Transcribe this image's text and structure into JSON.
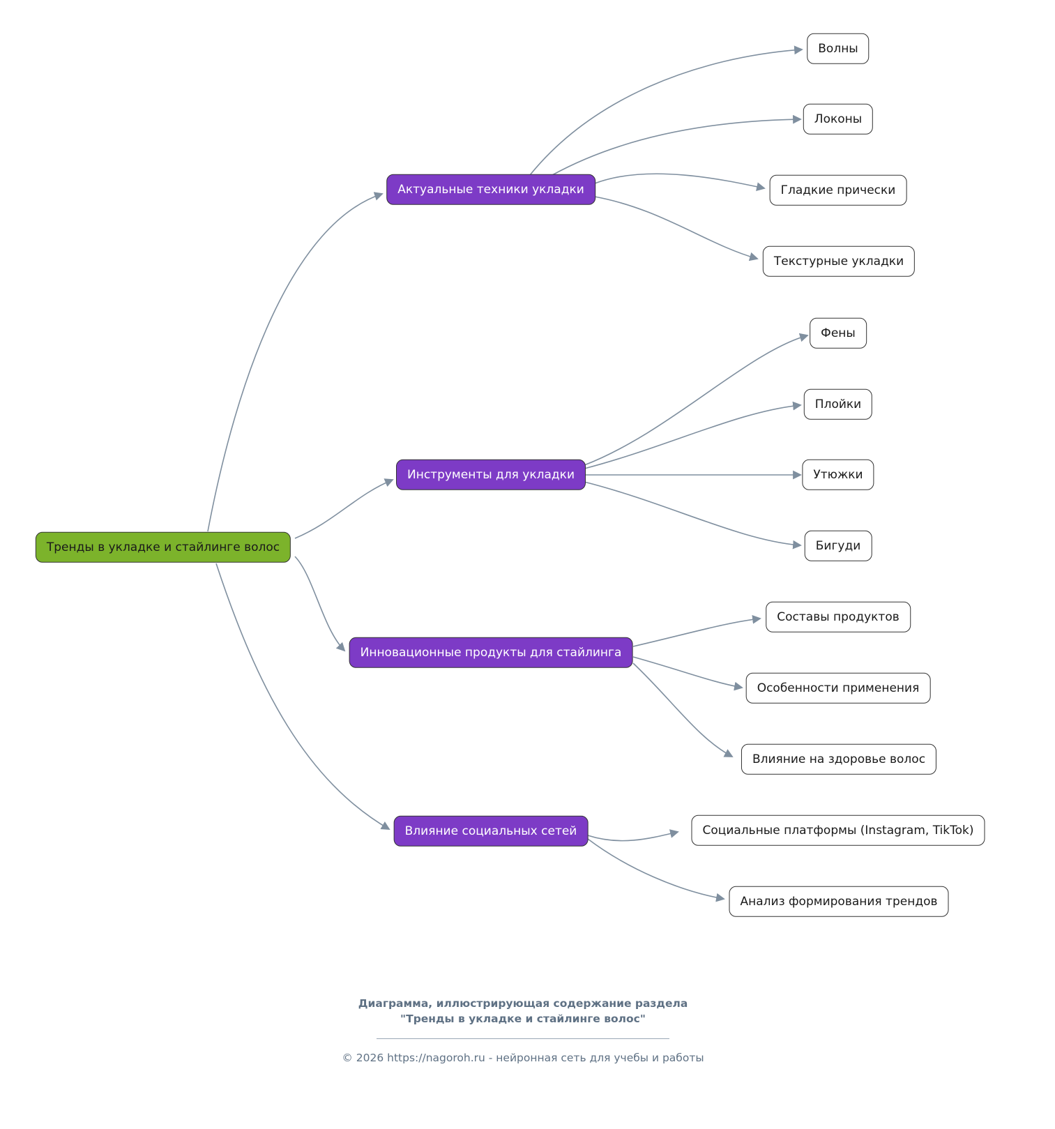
{
  "colors": {
    "background": "#ffffff",
    "root_fill": "#7cb32b",
    "branch_fill": "#7d3bc6",
    "branch_text": "#ffffff",
    "leaf_fill": "#ffffff",
    "node_border": "#333333",
    "node_text": "#1a1a1a",
    "edge": "#7f8f9f",
    "footer_text": "#5f7184"
  },
  "diagram": {
    "root": {
      "label": "Тренды в укладке и стайлинге волос"
    },
    "branches": [
      {
        "label": "Актуальные техники укладки",
        "children": [
          "Волны",
          "Локоны",
          "Гладкие прически",
          "Текстурные укладки"
        ]
      },
      {
        "label": "Инструменты для укладки",
        "children": [
          "Фены",
          "Плойки",
          "Утюжки",
          "Бигуди"
        ]
      },
      {
        "label": "Инновационные продукты для стайлинга",
        "children": [
          "Составы продуктов",
          "Особенности применения",
          "Влияние на здоровье волос"
        ]
      },
      {
        "label": "Влияние социальных сетей",
        "children": [
          "Социальные платформы (Instagram, TikTok)",
          "Анализ формирования трендов"
        ]
      }
    ]
  },
  "footer": {
    "caption_line1": "Диаграмма, иллюстрирующая содержание раздела",
    "caption_line2": "\"Тренды в укладке и стайлинге волос\"",
    "copyright": "© 2026 https://nagoroh.ru - нейронная сеть для учебы и работы"
  }
}
